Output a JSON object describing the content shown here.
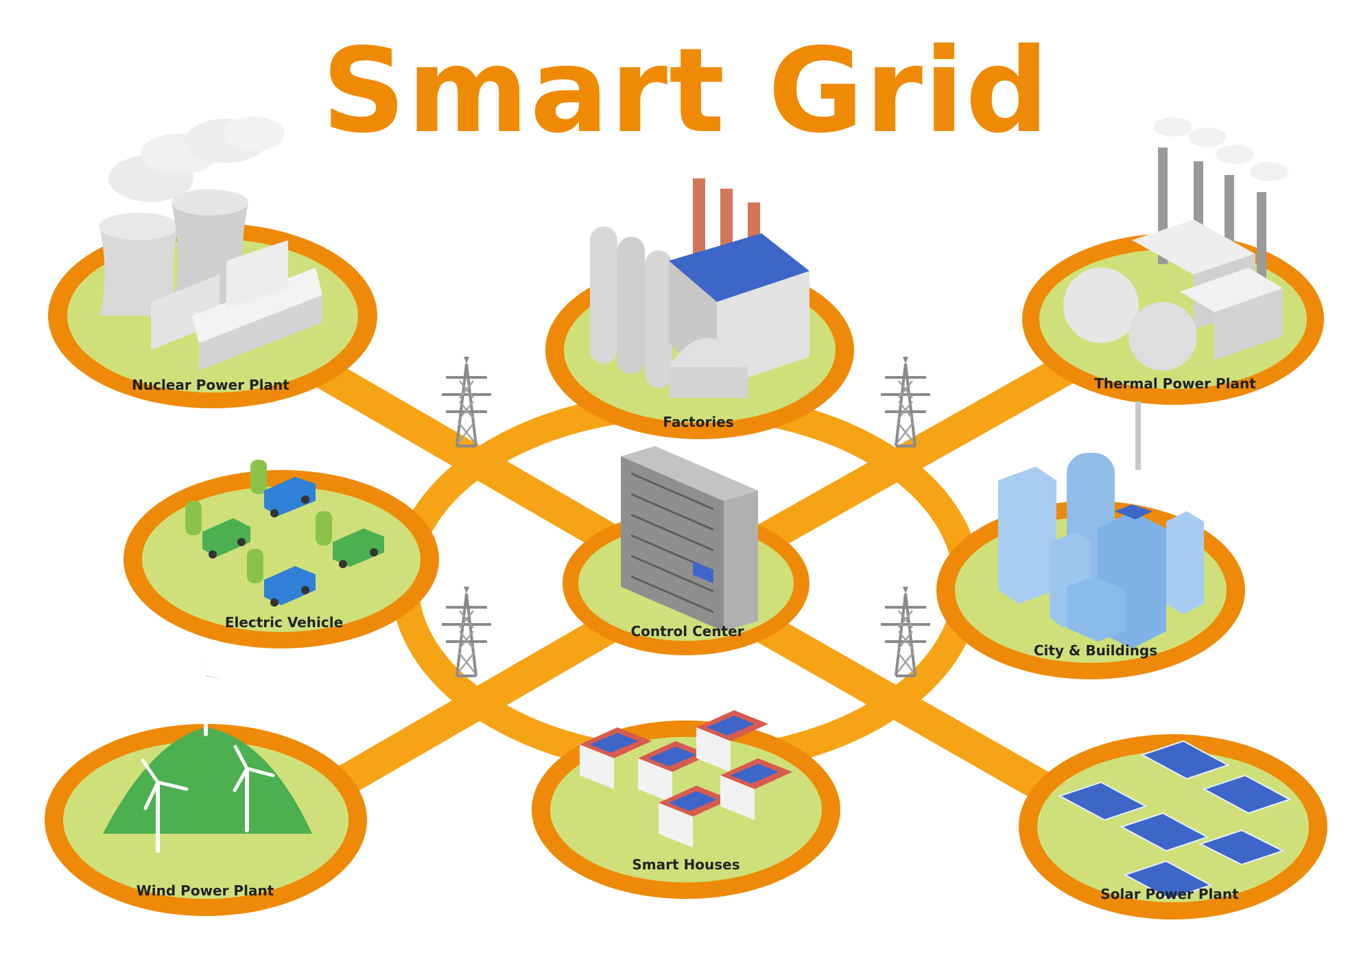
{
  "title": "Smart Grid",
  "colors": {
    "accent": "#ef8a05",
    "grid_line": "#f6a315",
    "ring_outer": "#ee8a08",
    "ring_inner": "#f8b13c",
    "ground": "#cfe07a",
    "solar": "#3d66c8",
    "car": "#2f80d6"
  },
  "nodes": [
    {
      "id": "nuclear",
      "label": "Nuclear Power Plant",
      "icon": "nuclear-plant-icon"
    },
    {
      "id": "factories",
      "label": "Factories",
      "icon": "factory-icon"
    },
    {
      "id": "thermal",
      "label": "Thermal Power Plant",
      "icon": "thermal-plant-icon"
    },
    {
      "id": "ev",
      "label": "Electric Vehicle",
      "icon": "electric-car-icon"
    },
    {
      "id": "control",
      "label": "Control Center",
      "icon": "server-rack-icon"
    },
    {
      "id": "city",
      "label": "City &  Buildings",
      "icon": "city-buildings-icon"
    },
    {
      "id": "wind",
      "label": "Wind Power Plant",
      "icon": "wind-turbine-icon"
    },
    {
      "id": "houses",
      "label": "Smart Houses",
      "icon": "smart-house-icon"
    },
    {
      "id": "solar",
      "label": "Solar Power Plant",
      "icon": "solar-panel-icon"
    }
  ]
}
